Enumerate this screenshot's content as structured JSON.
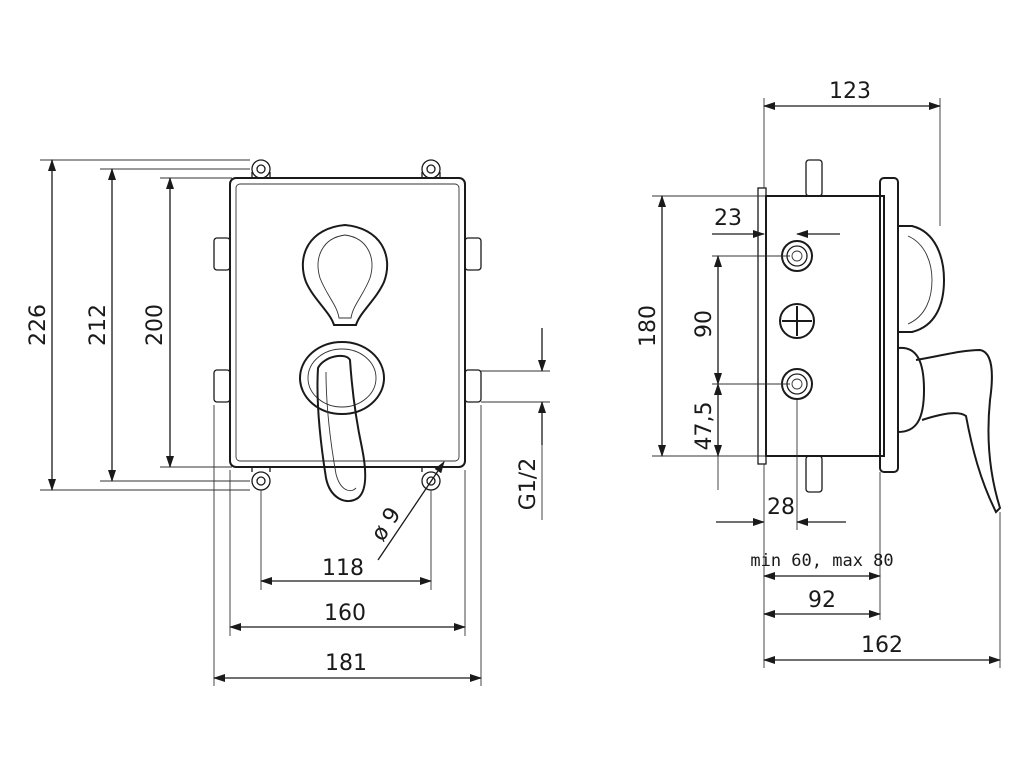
{
  "front_view": {
    "height_outer": "226",
    "height_holes": "212",
    "height_plate": "200",
    "width_holes": "118",
    "width_plate": "160",
    "width_outer": "181",
    "hole_diameter": "ø 9",
    "thread": "G1/2"
  },
  "side_view": {
    "depth_total": "123",
    "inlet_offset": "23",
    "height_body": "180",
    "inlet_spacing": "90",
    "inlet_bottom": "47,5",
    "inlet_depth": "28",
    "install_depth": "min 60, max 80",
    "body_depth": "92",
    "depth_with_lever": "162"
  },
  "colors": {
    "line": "#1a1a1a",
    "background": "#ffffff"
  }
}
